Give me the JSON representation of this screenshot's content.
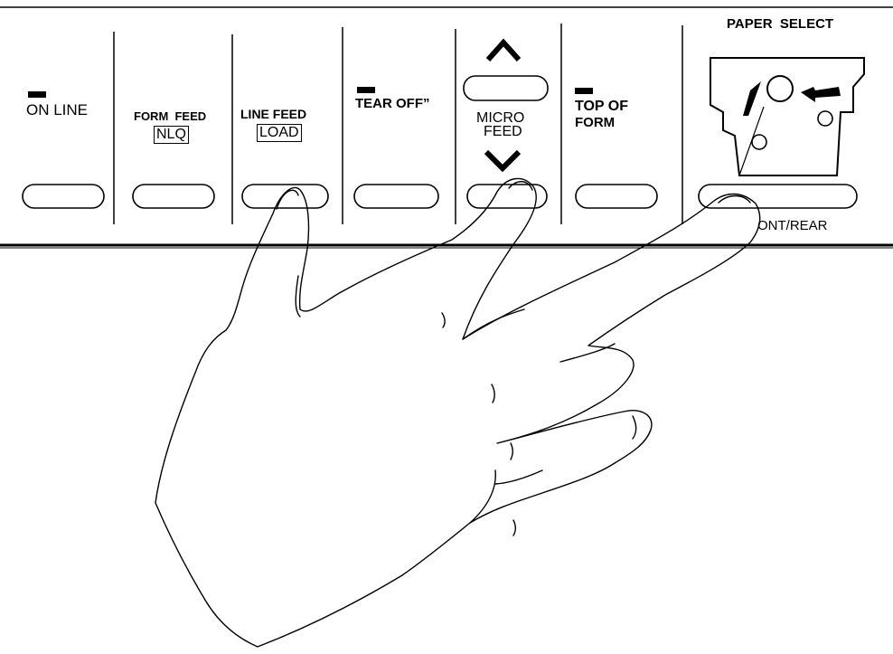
{
  "panel": {
    "online": "ON LINE",
    "form_feed": "FORM  FEED",
    "nlq": "NLQ",
    "line_feed": "LINE FEED",
    "load": "LOAD",
    "tear_off": "TEAR OFF”",
    "micro_feed_1": "MICRO",
    "micro_feed_2": "FEED",
    "top_of_form_1": "TOP OF",
    "top_of_form_2": "FORM",
    "paper_select": "PAPER  SELECT",
    "front_rear": "ONT/REAR"
  },
  "icons": [
    "indicator-light",
    "chevron-up-icon",
    "chevron-down-icon",
    "paper-path-icon"
  ],
  "colors": {
    "ink": "#000000",
    "background": "#ffffff"
  }
}
